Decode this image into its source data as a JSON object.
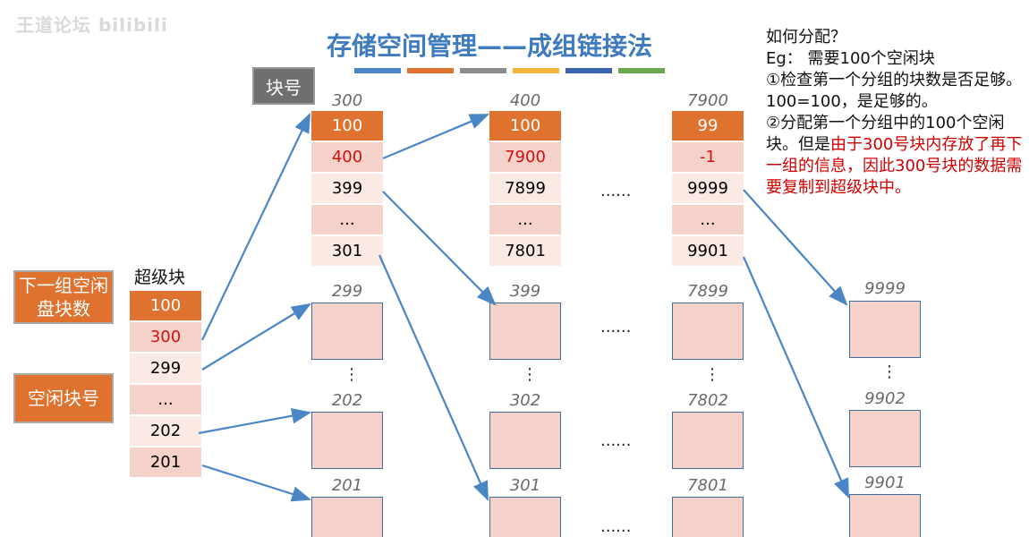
{
  "watermark": "王道论坛 bilibili",
  "title": "存储空间管理——成组链接法",
  "colors": {
    "accent": "#e0722f",
    "arrow": "#4a86c5",
    "title": "#3f7bbf",
    "red": "#d00000"
  },
  "legend_bar_colors": [
    "#4a86c5",
    "#e0722f",
    "#8c8c8c",
    "#f2b43b",
    "#3a64ad",
    "#6aa84f"
  ],
  "callouts": {
    "block_no": "块号",
    "next_group": "下一组空闲盘块数",
    "free_block_no": "空闲块号"
  },
  "superblock": {
    "label": "超级块",
    "cells": [
      "100",
      "300",
      "299",
      "...",
      "202",
      "201"
    ]
  },
  "groups": [
    {
      "header": "300",
      "cells": [
        "100",
        "400",
        "399",
        "...",
        "301"
      ]
    },
    {
      "header": "400",
      "cells": [
        "100",
        "7900",
        "7899",
        "...",
        "7801"
      ]
    },
    {
      "header": "7900",
      "cells": [
        "99",
        "-1",
        "9999",
        "...",
        "9901"
      ]
    }
  ],
  "group_ellipsis": "......",
  "rows": [
    {
      "headers": [
        "299",
        "399",
        "7899",
        "9999"
      ],
      "ellipsis": "......"
    },
    {
      "headers": [
        "202",
        "302",
        "7802",
        "9902"
      ],
      "ellipsis": "......"
    },
    {
      "headers": [
        "201",
        "301",
        "7801",
        "9901"
      ],
      "ellipsis": "......"
    }
  ],
  "vdots": "⋮",
  "notes": {
    "q": "如何分配？",
    "eg": "Eg： 需要100个空闲块",
    "step1": "①检查第一个分组的块数是否足够。100=100，是足够的。",
    "step2_a": "②分配第一个分组中的100个空闲块。但是",
    "step2_b": "由于300号块内存放了再下一组的信息，因此300号块的数据需要复制到超级块中。"
  }
}
